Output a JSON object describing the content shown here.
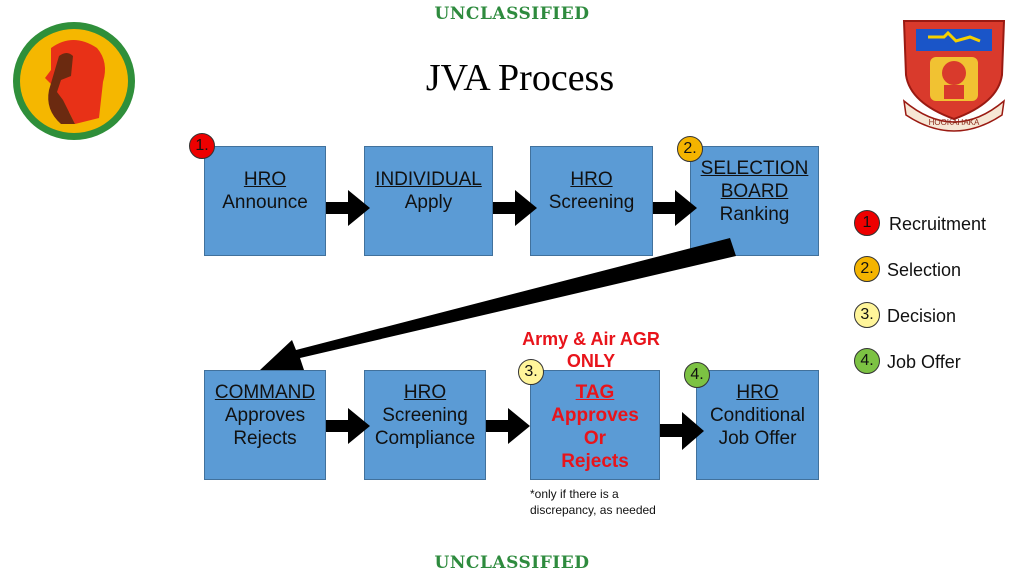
{
  "classification": {
    "top": "UNCLASSIFIED",
    "bottom": "UNCLASSIFIED"
  },
  "title": "JVA Process",
  "top_row": [
    {
      "header": "HRO",
      "sub": "Announce"
    },
    {
      "header": "INDIVIDUAL",
      "sub": "Apply"
    },
    {
      "header": "HRO",
      "sub": "Screening"
    },
    {
      "header": "SELECTION",
      "header2": "BOARD",
      "sub": "Ranking"
    }
  ],
  "bottom_row": [
    {
      "header": "COMMAND",
      "sub": "Approves",
      "sub2": "Rejects"
    },
    {
      "header": "HRO",
      "sub": "Screening",
      "sub2": "Compliance"
    },
    {
      "header": "TAG",
      "sub": "Approves",
      "sub2": "Or",
      "sub3": "Rejects"
    },
    {
      "header": "HRO",
      "sub": "Conditional",
      "sub2": "Job Offer"
    }
  ],
  "badges": [
    "1.",
    "2.",
    "3.",
    "4."
  ],
  "legend": [
    {
      "num": "1",
      "label": "Recruitment",
      "color": "#ee0000"
    },
    {
      "num": "2.",
      "label": "Selection",
      "color": "#f4b400"
    },
    {
      "num": "3.",
      "label": "Decision",
      "color": "#fff59a"
    },
    {
      "num": "4.",
      "label": "Job Offer",
      "color": "#7cc243"
    }
  ],
  "agr_note": {
    "line1": "Army & Air AGR",
    "line2": "ONLY"
  },
  "footnote": {
    "line1": "*only if there is a",
    "line2": "discrepancy, as needed"
  },
  "logos": {
    "left": "hawaii-helmet-patch-icon",
    "right": "hookahaka-crest-icon",
    "right_text": "HOOKAHAKA"
  }
}
